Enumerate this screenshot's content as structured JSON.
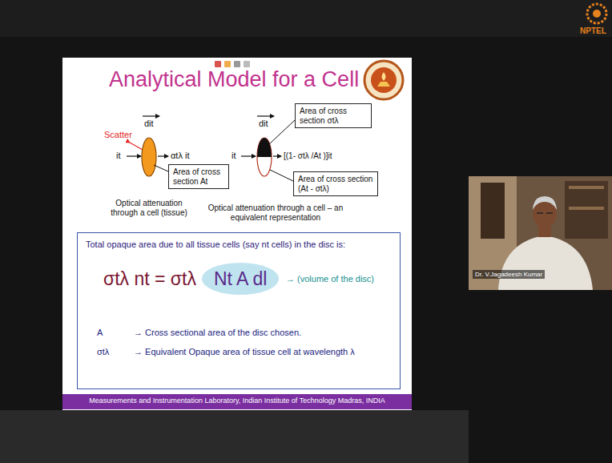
{
  "diagram": {
    "title": "Analytical Model for a Cell",
    "nodes": [
      {
        "text": [
          "Area of cross section At"
        ]
      },
      {
        "text": [
          "Area of cross section σtλ"
        ]
      },
      {
        "text": [
          "Area of cross section (At - σtλ)"
        ]
      },
      {
        "text": [
          "Total opaque area due to all tissue cells (say nt cells) in the disc is:",
          "σtλ nt = σtλ",
          "→ (volume of the disc)",
          "A",
          "→ Cross sectional area of the disc chosen.",
          "σtλ",
          "→ Equivalent Opaque area of tissue cell at wavelength λ"
        ]
      },
      {
        "text": [
          "Nt A dl"
        ],
        "in": 3
      },
      {
        "text": [
          "Measurements and Instrumentation Laboratory, Indian Institute of Technology Madras, INDIA"
        ]
      }
    ],
    "labels": [
      "Scatter",
      "dit",
      "it",
      "αtλ it",
      "Optical attenuation through a cell (tissue)",
      "dit",
      "it",
      "[(1- σtλ /At )]it",
      "Optical attenuation through a cell – an equivalent representation",
      "NPTEL",
      "Dr. V.Jagadeesh Kumar"
    ]
  }
}
